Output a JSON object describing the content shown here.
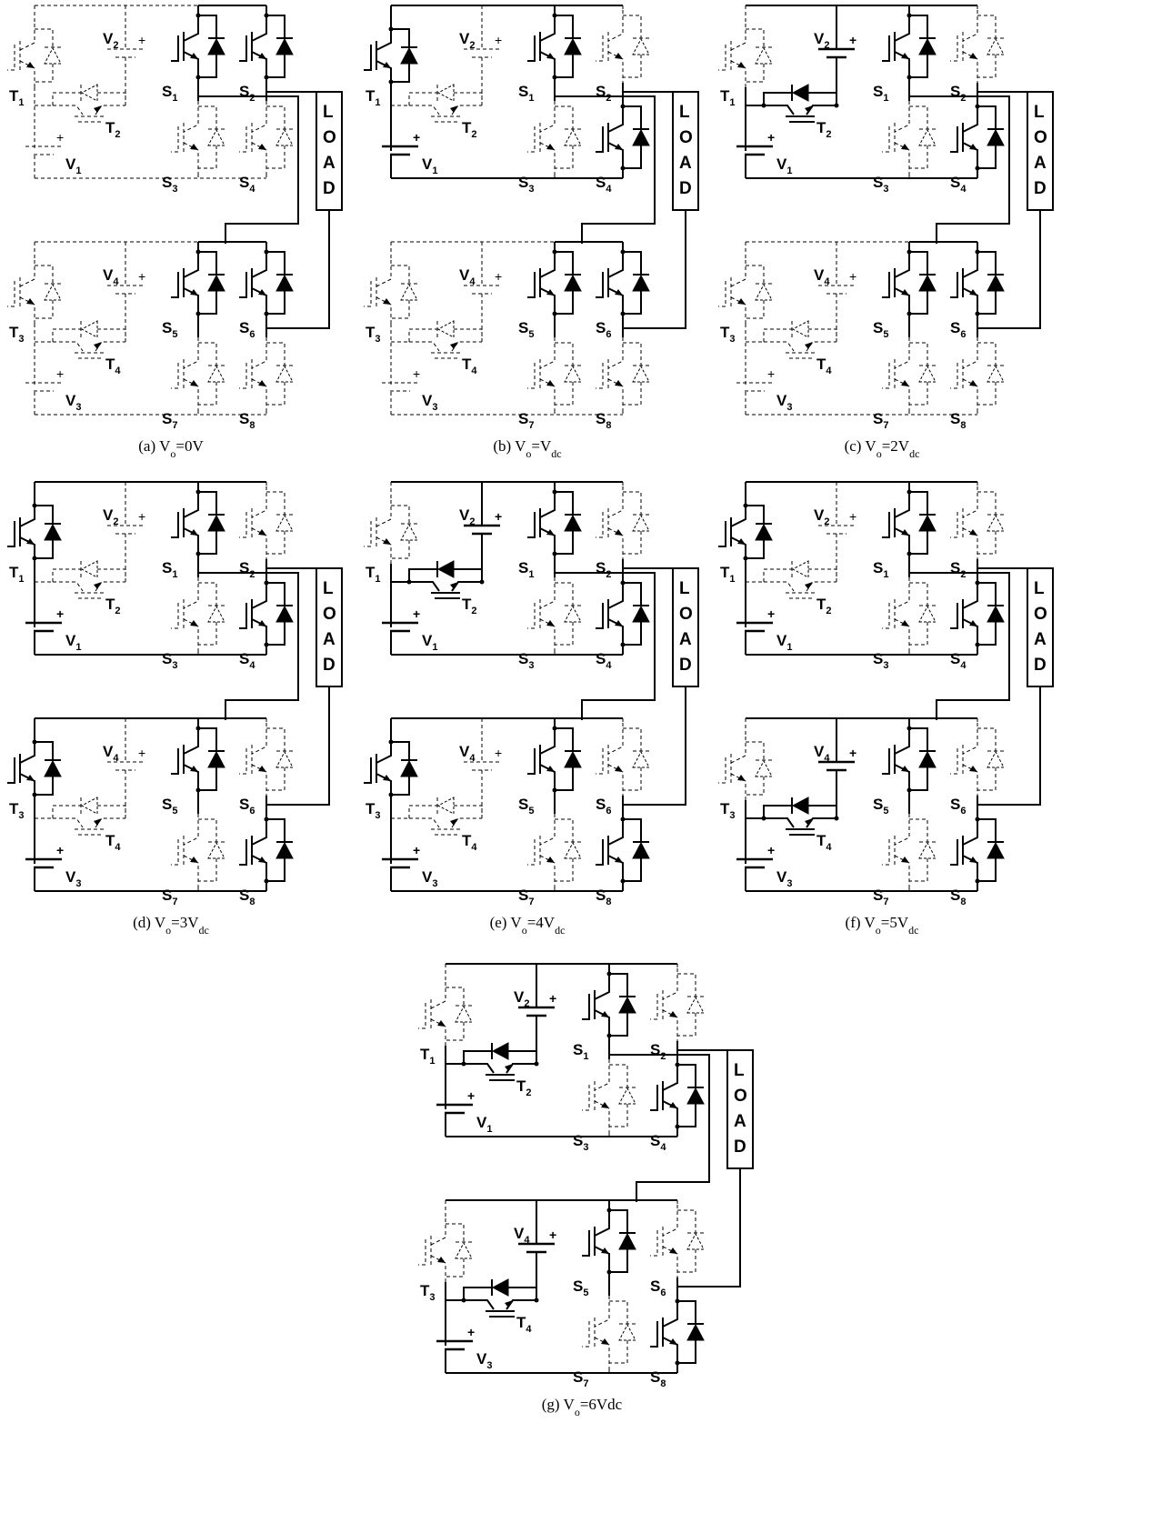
{
  "load_text": "LOAD",
  "panels": [
    {
      "id": "a",
      "caption": "(a) Vo=0V",
      "caption_parts": {
        "prefix": "(a) V",
        "sub": "o",
        "rest": "=0V",
        "sub2": ""
      },
      "on": [
        "S1",
        "S2",
        "S5",
        "S6"
      ],
      "labels": {
        "T1": "T1",
        "T2": "T2",
        "T3": "T3",
        "T4": "T4",
        "V1": "V1",
        "V2": "V2",
        "V3": "V3",
        "V4": "V4",
        "S1": "S1",
        "S2": "S2",
        "S3": "S3",
        "S4": "S4",
        "S5": "S5",
        "S6": "S6",
        "S7": "S7",
        "S8": "S8"
      }
    },
    {
      "id": "b",
      "caption": "(b) Vo=Vdc",
      "caption_parts": {
        "prefix": "(b) V",
        "sub": "o",
        "rest": "=V",
        "sub2": "dc"
      },
      "on": [
        "T1",
        "V1",
        "S1",
        "S4",
        "S5",
        "S6"
      ],
      "labels": {
        "T1": "T1",
        "T2": "T2",
        "T3": "T3",
        "T4": "T4",
        "V1": "V1",
        "V2": "V2",
        "V3": "V3",
        "V4": "V4",
        "S1": "S1",
        "S2": "S2",
        "S3": "S3",
        "S4": "S4",
        "S5": "S5",
        "S6": "S6",
        "S7": "S7",
        "S8": "S8"
      }
    },
    {
      "id": "c",
      "caption": "(c) Vo=2Vdc",
      "caption_parts": {
        "prefix": "(c) V",
        "sub": "o",
        "rest": "=2V",
        "sub2": "dc"
      },
      "on": [
        "T2",
        "V1",
        "V2",
        "S1",
        "S4",
        "S5",
        "S6"
      ],
      "labels": {
        "T1": "T1",
        "T2": "T2",
        "T3": "T3",
        "T4": "T4",
        "V1": "V1",
        "V2": "V2",
        "V3": "V3",
        "V4": "V4",
        "S1": "S1",
        "S2": "S2",
        "S3": "S3",
        "S4": "S4",
        "S5": "S5",
        "S6": "S6",
        "S7": "S7",
        "S8": "S8"
      }
    },
    {
      "id": "d",
      "caption": "(d) Vo=3Vdc",
      "caption_parts": {
        "prefix": "(d) V",
        "sub": "o",
        "rest": "=3V",
        "sub2": "dc"
      },
      "on": [
        "T1",
        "V1",
        "T3",
        "V3",
        "S1",
        "S4",
        "S5",
        "S8"
      ],
      "labels": {
        "T1": "T1",
        "T2": "T2",
        "T3": "T3",
        "T4": "T4",
        "V1": "V1",
        "V2": "V2",
        "V3": "V3",
        "V4": "V4",
        "S1": "S1",
        "S2": "S2",
        "S3": "S3",
        "S4": "S4",
        "S5": "S5",
        "S6": "S6",
        "S7": "S7",
        "S8": "S8"
      }
    },
    {
      "id": "e",
      "caption": "(e) Vo=4Vdc",
      "caption_parts": {
        "prefix": "(e) V",
        "sub": "o",
        "rest": "=4V",
        "sub2": "dc"
      },
      "on": [
        "T2",
        "V1",
        "V2",
        "T3",
        "V3",
        "S1",
        "S4",
        "S5",
        "S8"
      ],
      "labels": {
        "T1": "T1",
        "T2": "T2",
        "T3": "T3",
        "T4": "T4",
        "V1": "V1",
        "V2": "V2",
        "V3": "V3",
        "V4": "V4",
        "S1": "S1",
        "S2": "S2",
        "S3": "S3",
        "S4": "S4",
        "S5": "S5",
        "S6": "S6",
        "S7": "S7",
        "S8": "S8"
      }
    },
    {
      "id": "f",
      "caption": "(f) Vo=5Vdc",
      "caption_parts": {
        "prefix": "(f) V",
        "sub": "o",
        "rest": "=5V",
        "sub2": "dc"
      },
      "on": [
        "T1",
        "V1",
        "T4",
        "V3",
        "V4",
        "S1",
        "S4",
        "S5",
        "S8"
      ],
      "labels": {
        "T1": "T1",
        "T2": "T2",
        "T3": "T3",
        "T4": "T4",
        "V1": "V1",
        "V2": "V2",
        "V3": "V3",
        "V4": "V4",
        "S1": "S1",
        "S2": "S2",
        "S3": "S3",
        "S4": "S4",
        "S5": "S5",
        "S6": "S6",
        "S7": "S7",
        "S8": "S8"
      }
    },
    {
      "id": "g",
      "caption": "(g) Vo=6Vdc",
      "caption_parts": {
        "prefix": "(g) V",
        "sub": "o",
        "rest": "=6Vdc",
        "sub2": ""
      },
      "on": [
        "T2",
        "V1",
        "V2",
        "T4",
        "V3",
        "V4",
        "S1",
        "S4",
        "S5",
        "S8"
      ],
      "labels": {
        "T1": "T1",
        "T2": "T2",
        "T3": "T3",
        "T4": "T4",
        "V1": "V1",
        "V2": "V2",
        "V3": "V3",
        "V4": "V4",
        "S1": "S1",
        "S2": "S2",
        "S3": "S3",
        "S4": "S4",
        "S5": "S5",
        "S6": "S6",
        "S7": "S7",
        "S8": "S8"
      }
    }
  ]
}
